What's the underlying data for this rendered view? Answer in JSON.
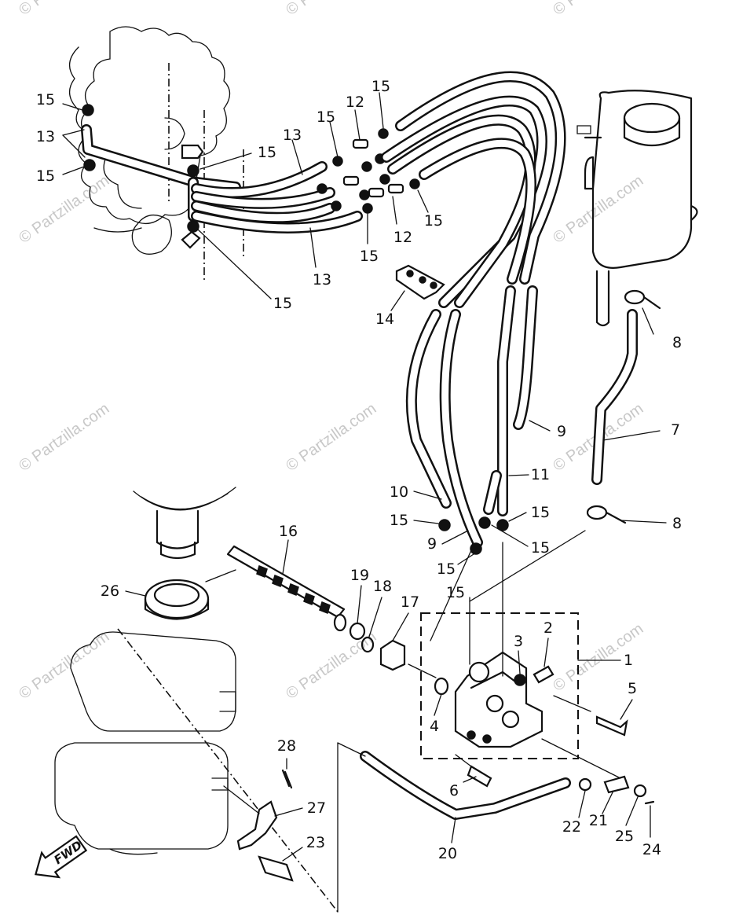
{
  "callouts": {
    "c1": "1",
    "c2": "2",
    "c3": "3",
    "c4": "4",
    "c5": "5",
    "c6": "6",
    "c7": "7",
    "c8a": "8",
    "c8b": "8",
    "c9a": "9",
    "c9b": "9",
    "c10": "10",
    "c11": "11",
    "c12a": "12",
    "c12b": "12",
    "c13a": "13",
    "c13b": "13",
    "c13c": "13",
    "c14": "14",
    "c15a": "15",
    "c15b": "15",
    "c15c": "15",
    "c15d": "15",
    "c15e": "15",
    "c15f": "15",
    "c15g": "15",
    "c15h": "15",
    "c15i": "15",
    "c15j": "15",
    "c15k": "15",
    "c15l": "15",
    "c15m": "15",
    "c16": "16",
    "c17": "17",
    "c18": "18",
    "c19": "19",
    "c20": "20",
    "c21": "21",
    "c22": "22",
    "c23": "23",
    "c24": "24",
    "c25": "25",
    "c26": "26",
    "c27": "27",
    "c28": "28"
  },
  "fwd_label": "FWD",
  "watermark": "© Partzilla.com",
  "colors": {
    "line": "#111111",
    "watermark": "#c8c8c8",
    "background": "#ffffff"
  }
}
